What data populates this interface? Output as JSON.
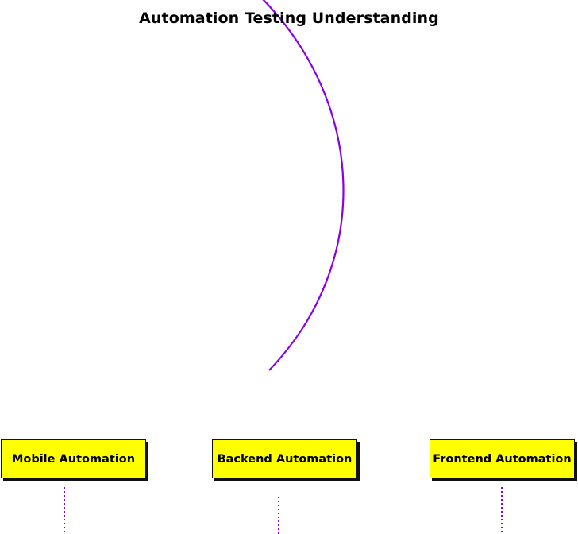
{
  "diagram": {
    "title": "Automation Testing Understanding",
    "nodes": [
      {
        "id": "mobile",
        "label": "Mobile Automation"
      },
      {
        "id": "backend",
        "label": "Backend Automation"
      },
      {
        "id": "frontend",
        "label": "Frontend Automation"
      }
    ],
    "colors": {
      "node_fill": "#ffff00",
      "node_border": "#111111",
      "connector": "#8a00e6",
      "text": "#000000"
    }
  }
}
